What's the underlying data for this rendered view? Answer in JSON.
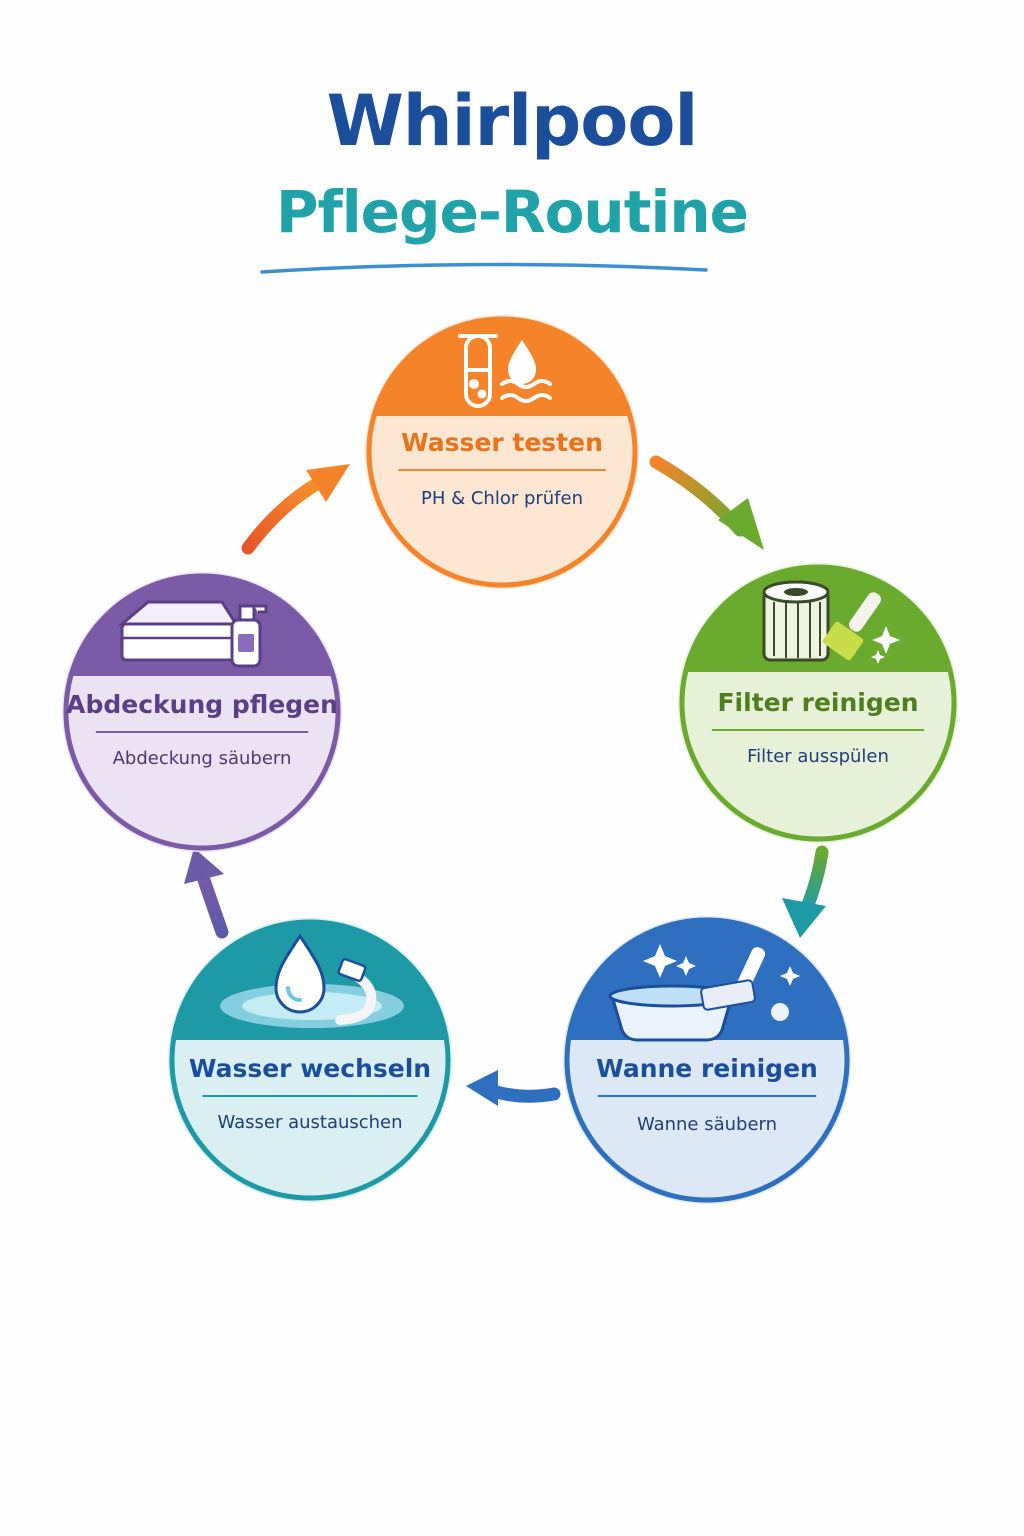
{
  "title": {
    "line1": "Whirlpool",
    "line2": "Pflege-Routine"
  },
  "colors": {
    "title_primary": "#1b4f9b",
    "title_secondary": "#1fa3a8",
    "underline": "#3d8fd4"
  },
  "steps": [
    {
      "label": "Wasser testen",
      "desc": "PH & Chlor prüfen",
      "icon": "test-tube-water-drop-icon",
      "color": "#f5832a",
      "light": "#fde6d2"
    },
    {
      "label": "Filter reinigen",
      "desc": "Filter ausspülen",
      "icon": "filter-cartridge-brush-icon",
      "color": "#6aaa2e",
      "light": "#e6f1d8"
    },
    {
      "label": "Wanne reinigen",
      "desc": "Wanne säubern",
      "icon": "tub-brush-sparkle-icon",
      "color": "#2f6fbf",
      "light": "#dde8f6"
    },
    {
      "label": "Wasser wechseln",
      "desc": "Wasser austauschen",
      "icon": "water-drop-hose-icon",
      "color": "#1e9aa6",
      "light": "#d9eff1"
    },
    {
      "label": "Abdeckung pflegen",
      "desc": "Abdeckung säubern",
      "icon": "spa-cover-spray-bottle-icon",
      "color": "#7b5aa8",
      "light": "#ebe3f3"
    }
  ]
}
